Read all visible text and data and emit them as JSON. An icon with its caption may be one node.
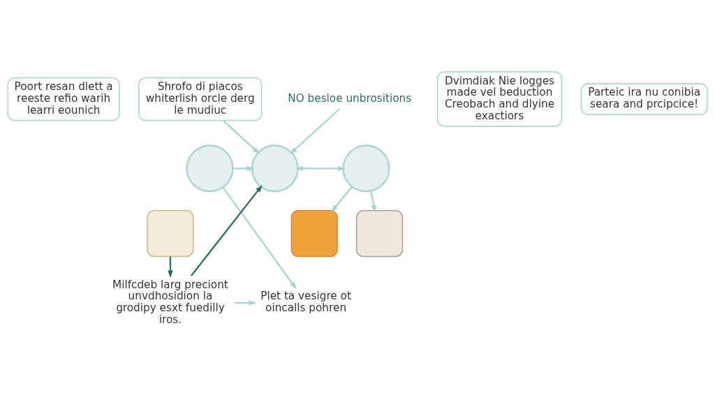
{
  "diagram": {
    "nodes": [
      {
        "text": [
          "Shrofo di piacos whiterlish orcle derg le mudiuc"
        ]
      },
      {
        "text": [
          "Parteic ira nu conibia seara and prcipcice!"
        ]
      },
      {
        "text": [
          "Poort resan dlett a reeste refio warih learri eounich"
        ]
      },
      {
        "text": [],
        "shape": "circle"
      },
      {
        "text": [],
        "shape": "circle"
      },
      {
        "text": [
          "NO besloe unbrositions"
        ]
      },
      {
        "text": [],
        "shape": "circle"
      },
      {
        "text": [
          "Dvimdiak Nie logges made vel beduction Creobach and dlyine exactiors"
        ]
      },
      {
        "text": [
          "Plet ta vesigre ot oincalls pohren"
        ]
      },
      {
        "text": [
          "Milfcdeb larg preciont unvdhosidion la grodipy esxt fuedilly iros."
        ]
      },
      {
        "text": [],
        "shape": "box"
      },
      {
        "text": [],
        "shape": "box"
      },
      {
        "text": [],
        "shape": "box"
      }
    ],
    "edges": [
      {
        "from": 0,
        "to": 4,
        "arrow": "to"
      },
      {
        "from": 3,
        "to": 4,
        "arrow": "to"
      },
      {
        "from": 4,
        "to": 6,
        "arrow": "both"
      },
      {
        "from": 5,
        "to": 4,
        "arrow": "to"
      },
      {
        "from": 9,
        "to": 4,
        "arrow": "to",
        "color": "#2e6b66"
      },
      {
        "from": 3,
        "to": 8,
        "arrow": "to"
      },
      {
        "from": 9,
        "to": 8,
        "arrow": "to"
      },
      {
        "from": 10,
        "to": 9,
        "arrow": "to",
        "color": "#2e6b66"
      },
      {
        "from": 6,
        "to": 11,
        "arrow": "to"
      },
      {
        "from": 6,
        "to": 12,
        "arrow": "to"
      }
    ]
  }
}
